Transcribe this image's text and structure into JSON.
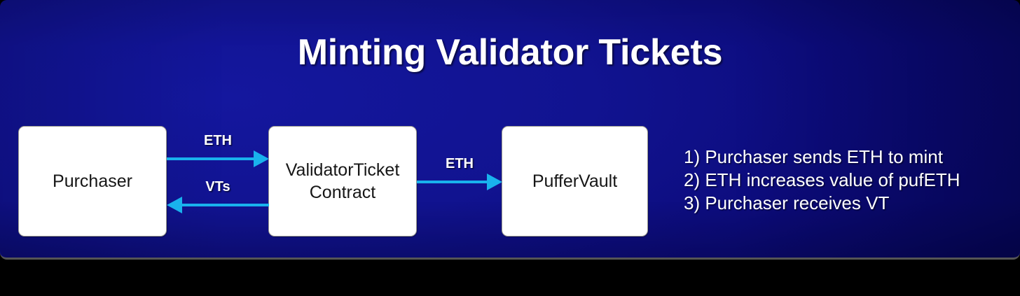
{
  "slide": {
    "title": "Minting Validator Tickets",
    "background_color": "#0f1196",
    "panel_shadow_color": "#555555",
    "page_background": "#000000"
  },
  "diagram": {
    "accent_color": "#19b2ed",
    "box_fill": "#ffffff",
    "box_border": "#9a9a90",
    "box_text_color": "#161616",
    "nodes": [
      {
        "id": "purchaser",
        "label": "Purchaser"
      },
      {
        "id": "validator-ticket-contract",
        "label": "ValidatorTicket\nContract"
      },
      {
        "id": "puffer-vault",
        "label": "PufferVault"
      }
    ],
    "edges": [
      {
        "id": "eth-1",
        "label": "ETH",
        "from": "purchaser",
        "to": "validator-ticket-contract",
        "direction": "right"
      },
      {
        "id": "vts",
        "label": "VTs",
        "from": "validator-ticket-contract",
        "to": "purchaser",
        "direction": "left"
      },
      {
        "id": "eth-2",
        "label": "ETH",
        "from": "validator-ticket-contract",
        "to": "puffer-vault",
        "direction": "right"
      }
    ]
  },
  "steps": {
    "items": [
      "1) Purchaser sends ETH to mint",
      "2) ETH increases value of pufETH",
      "3) Purchaser receives VT"
    ]
  }
}
